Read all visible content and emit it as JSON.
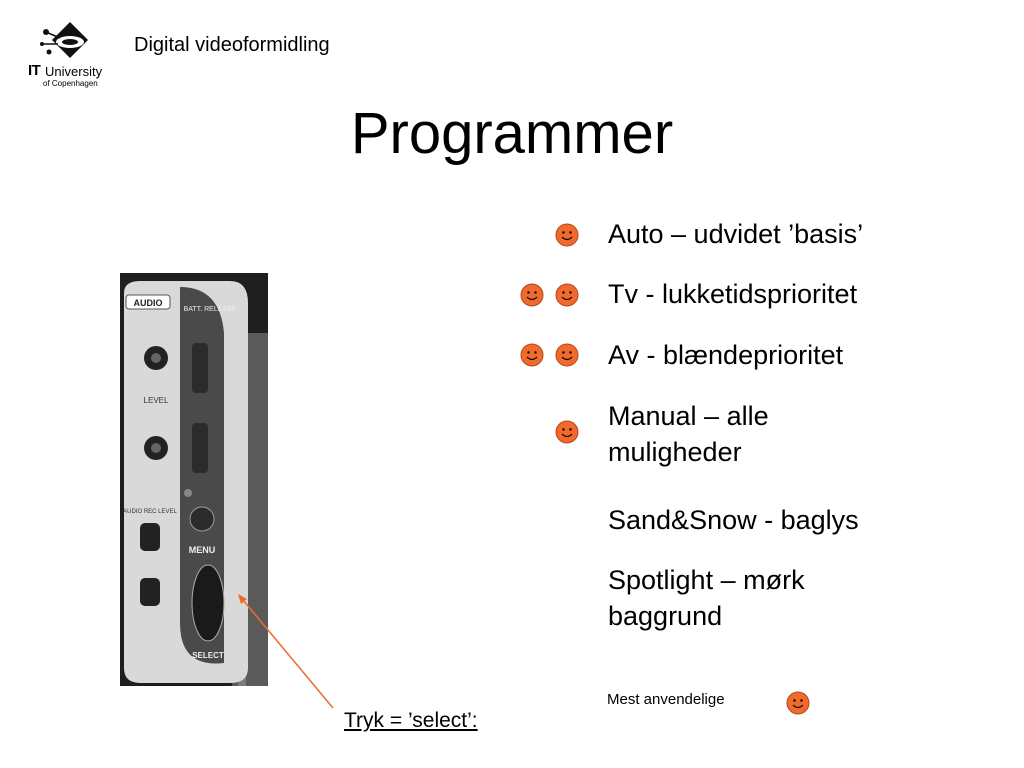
{
  "header": {
    "logo": {
      "it": "IT",
      "university": "University",
      "subtitle": "of Copenhagen"
    },
    "course_title": "Digital videoformidling"
  },
  "slide": {
    "title": "Programmer",
    "items": [
      {
        "text_lines": [
          "Auto – udvidet ’basis’"
        ],
        "smileys": 1
      },
      {
        "text_lines": [
          "Tv - lukketidsprioritet"
        ],
        "smileys": 2
      },
      {
        "text_lines": [
          "Av - blændeprioritet"
        ],
        "smileys": 2
      },
      {
        "text_lines": [
          "Manual – alle",
          "muligheder"
        ],
        "smileys": 1
      },
      {
        "text_lines": [
          "Sand&Snow - baglys"
        ],
        "smileys": 0
      },
      {
        "text_lines": [
          "Spotlight – mørk",
          "baggrund"
        ],
        "smileys": 0
      }
    ],
    "legend_note": "Mest anvendelige",
    "caption": "Tryk = ’select’:",
    "photo_labels": {
      "audio": "AUDIO",
      "batt": "BATT. RELEASE",
      "level": "LEVEL",
      "audio_rec": "AUDIO REC LEVEL",
      "menu": "MENU",
      "select": "SELECT"
    }
  },
  "colors": {
    "smiley": "#f06a2e",
    "arrow": "#f06a2e",
    "camera_body": "#d9d9d9",
    "camera_dark": "#4a4a4a"
  }
}
